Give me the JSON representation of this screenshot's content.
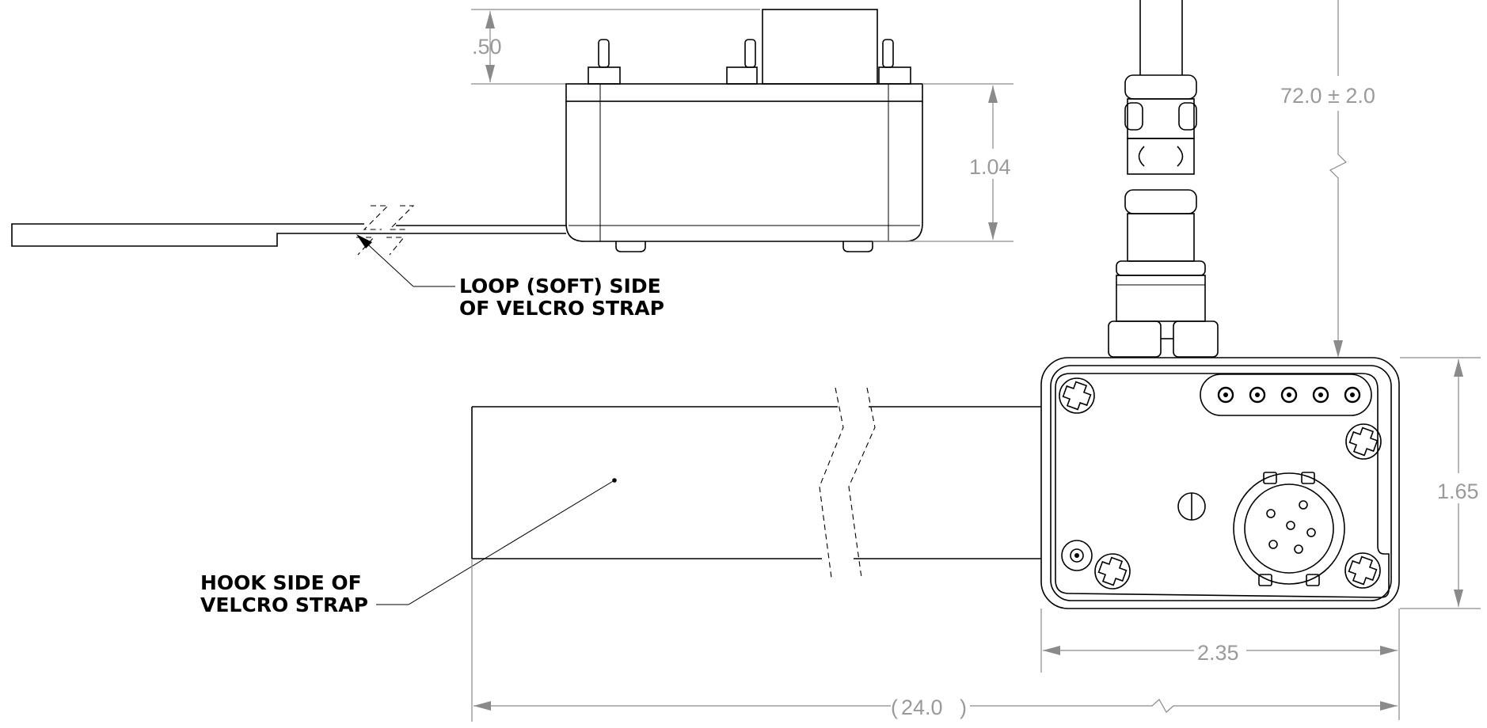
{
  "dimensions": {
    "top_offset": ".50",
    "height": "1.04",
    "cable_length": "72.0 ± 2.0",
    "module_height": "1.65",
    "module_width": "2.35",
    "overall_length": "24.0"
  },
  "notes": {
    "loop_side_line1": "LOOP (SOFT) SIDE",
    "loop_side_line2": "OF VELCRO STRAP",
    "hook_side_line1": "HOOK SIDE OF",
    "hook_side_line2": "VELCRO STRAP"
  },
  "connector_pin_count": 5
}
